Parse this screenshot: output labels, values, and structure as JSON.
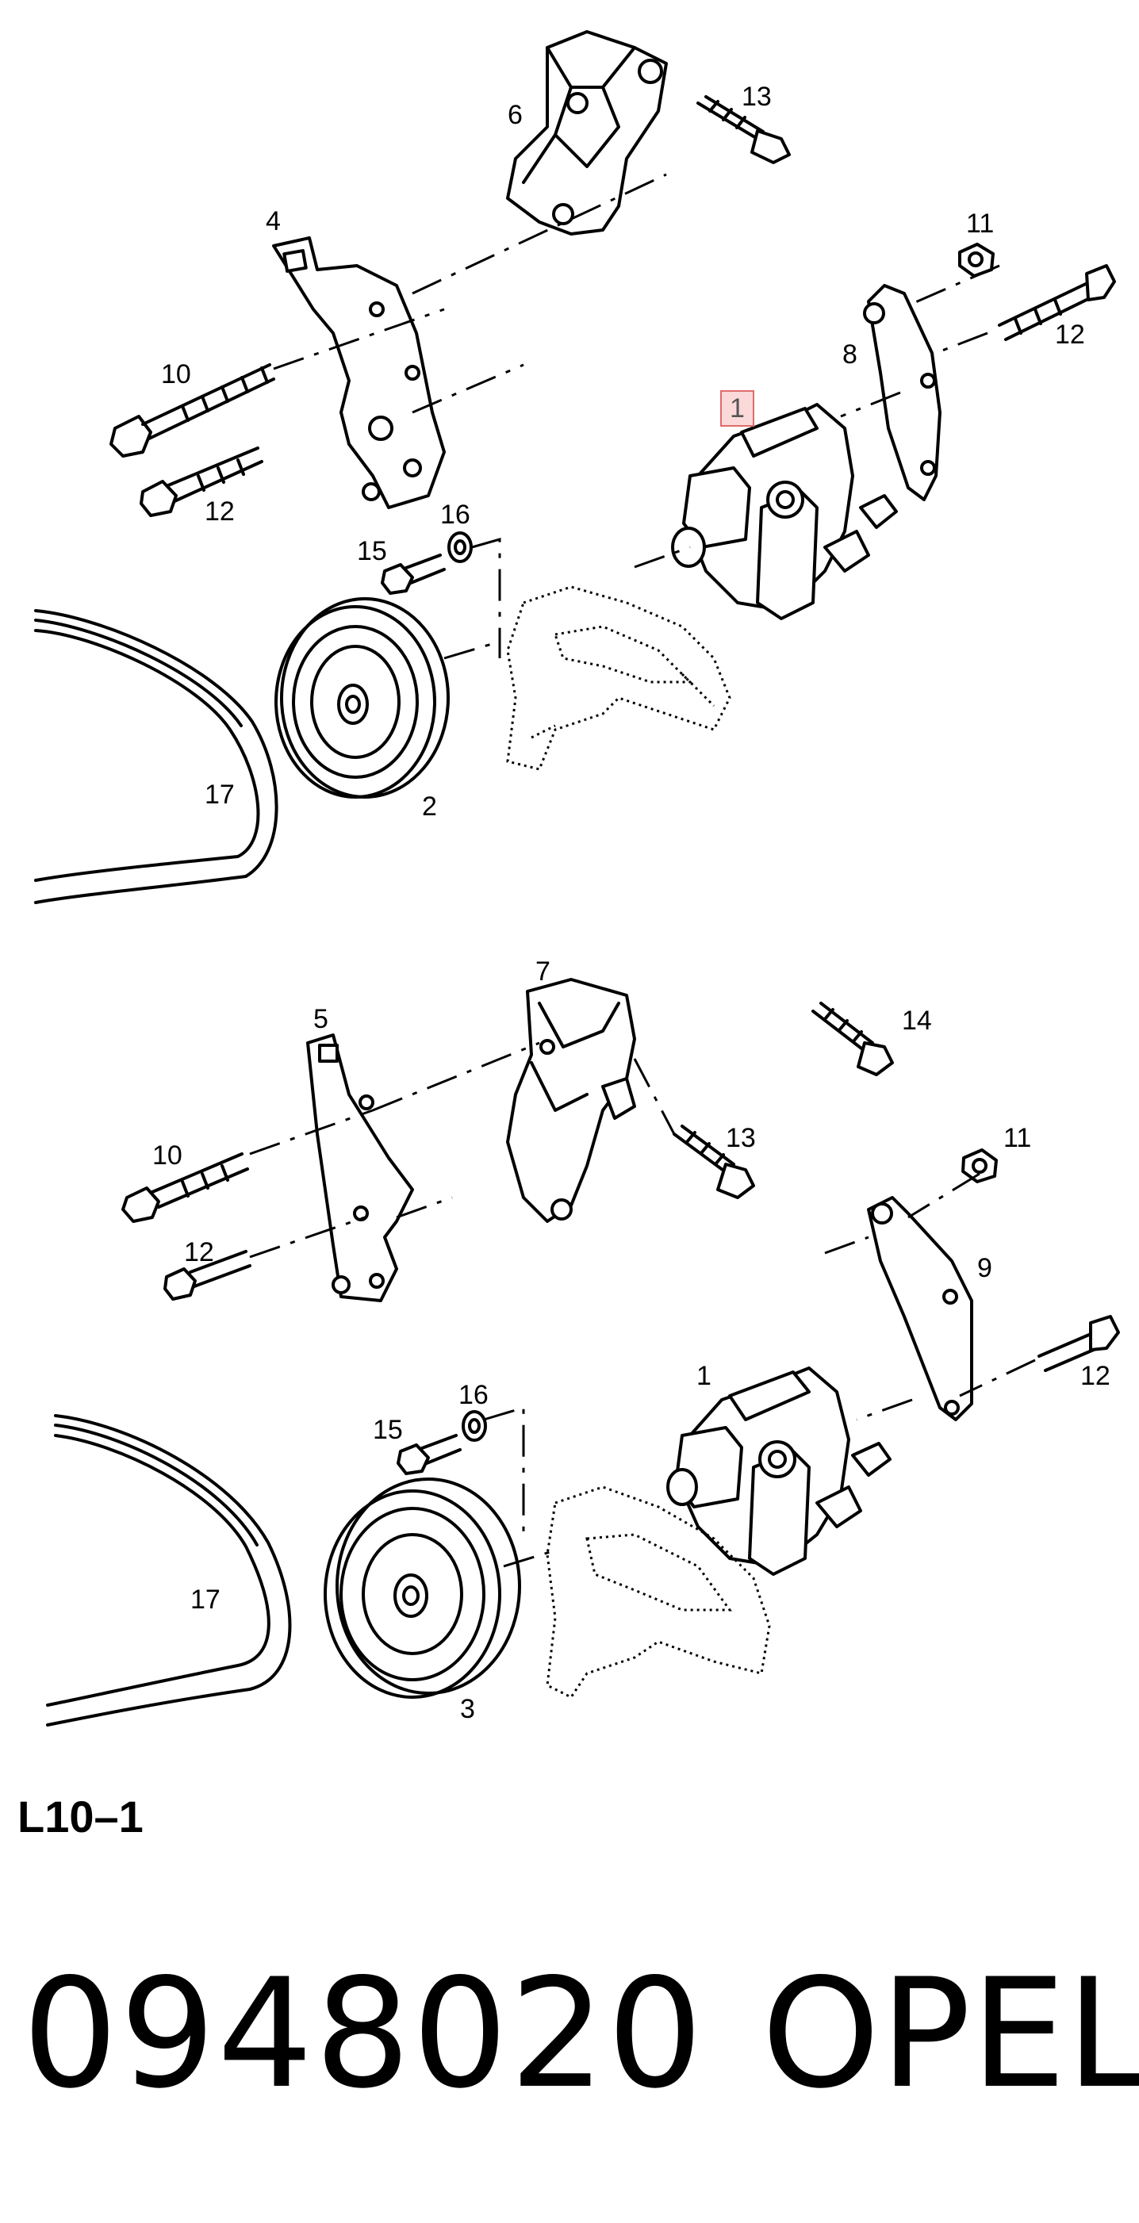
{
  "callouts": {
    "top": {
      "c13": "13",
      "c6": "6",
      "c4": "4",
      "c11": "11",
      "c12a": "12",
      "c8": "8",
      "c10": "10",
      "c1": "1",
      "c12b": "12",
      "c16": "16",
      "c15": "15",
      "c17": "17",
      "c2": "2"
    },
    "bottom": {
      "c7": "7",
      "c5": "5",
      "c14": "14",
      "c13": "13",
      "c11": "11",
      "c10": "10",
      "c9": "9",
      "c12a": "12",
      "c1": "1",
      "c12b": "12",
      "c16": "16",
      "c15": "15",
      "c17": "17",
      "c3": "3"
    }
  },
  "figure_code": "L10–1",
  "part_number": "0948020",
  "brand": "OPEL"
}
